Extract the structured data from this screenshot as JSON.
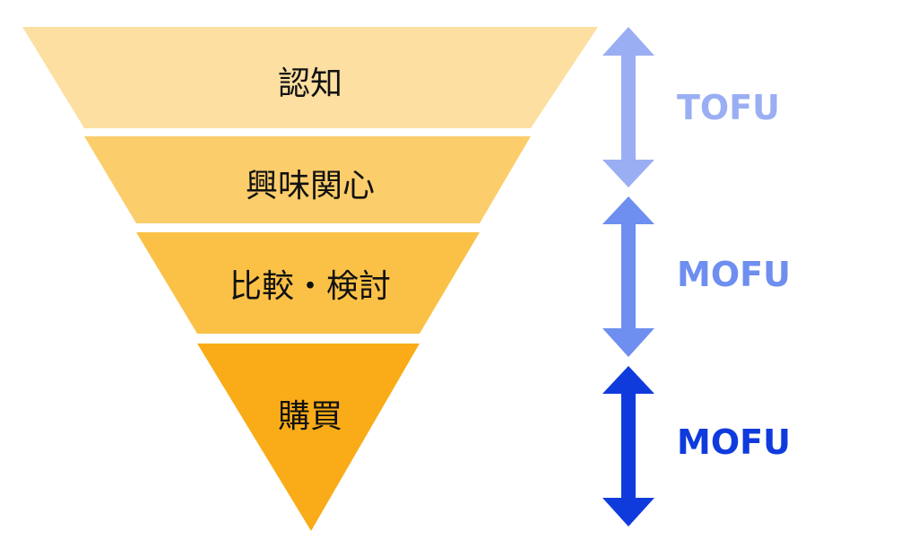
{
  "stages": [
    {
      "label": "認知",
      "color": "#FCDFA1"
    },
    {
      "label": "興味関心",
      "color": "#FCCD6B"
    },
    {
      "label": "比較・検討",
      "color": "#FBC146"
    },
    {
      "label": "購買",
      "color": "#F9AC18"
    }
  ],
  "phases": [
    {
      "label": "TOFU",
      "color": "#9AAEF3",
      "arrow": "double-headed-arrow-icon"
    },
    {
      "label": "MOFU",
      "color": "#6E8EF0",
      "arrow": "double-headed-arrow-icon"
    },
    {
      "label": "MOFU",
      "color": "#0F3BDD",
      "arrow": "double-headed-arrow-icon"
    }
  ]
}
